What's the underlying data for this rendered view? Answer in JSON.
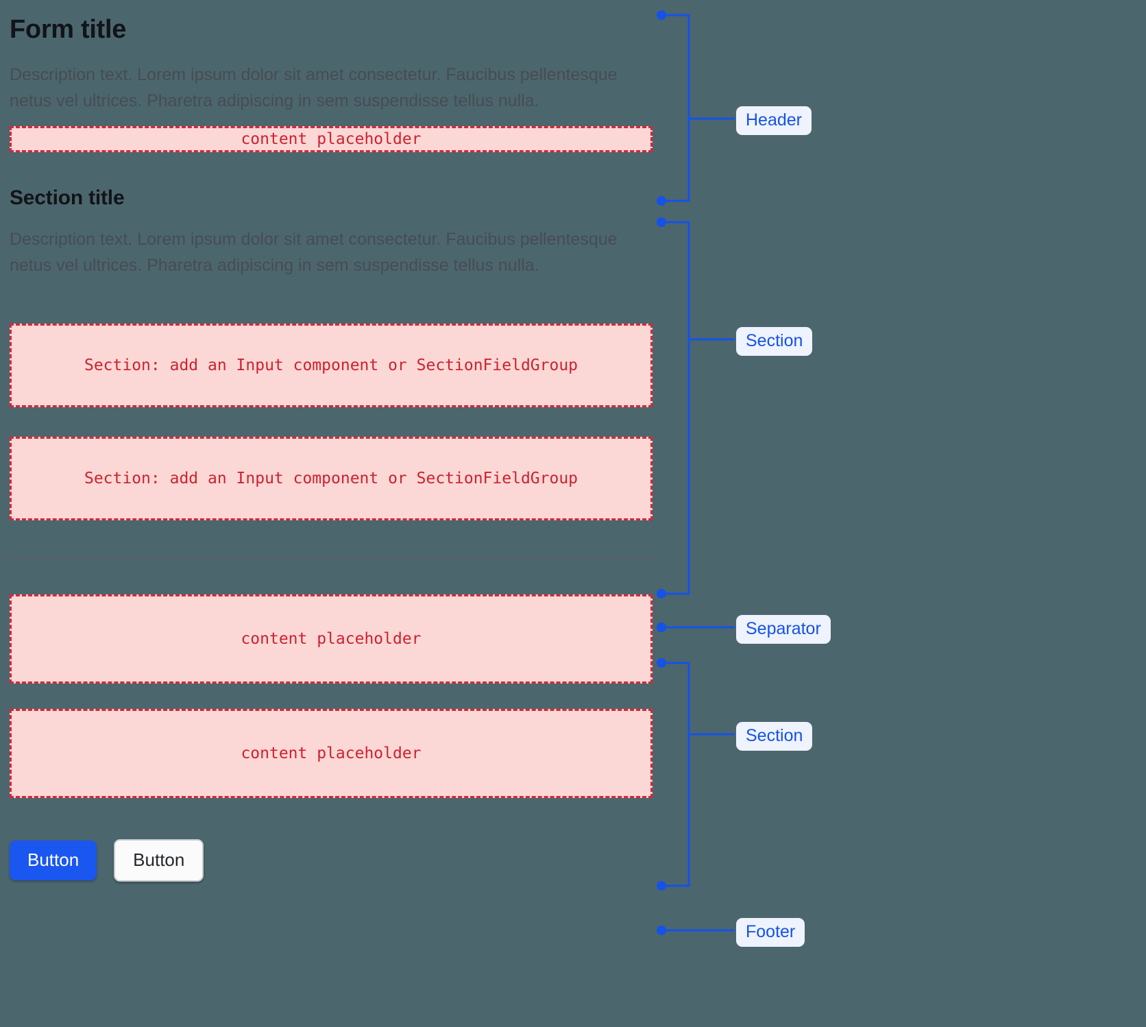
{
  "page": {
    "background_color": "#4c666e",
    "accent_blue": "#1552e8",
    "placeholder_fill": "#fbd8d5",
    "placeholder_border": "#d72638",
    "placeholder_text_color": "#cf2030"
  },
  "header": {
    "title": "Form title",
    "description": "Description text. Lorem ipsum dolor sit amet consectetur. Faucibus pellentesque netus vel ultrices. Pharetra adipiscing in sem suspendisse tellus nulla.",
    "placeholder": "content placeholder"
  },
  "section": {
    "title": "Section title",
    "description": "Description text. Lorem ipsum dolor sit amet consectetur. Faucibus pellentesque netus vel ultrices. Pharetra adipiscing in sem suspendisse tellus nulla.",
    "field_placeholder_1": "Section: add an Input component or SectionFieldGroup",
    "field_placeholder_2": "Section: add an Input component or SectionFieldGroup"
  },
  "section_two": {
    "placeholder_1": "content placeholder",
    "placeholder_2": "content placeholder"
  },
  "footer": {
    "primary_button": "Button",
    "secondary_button": "Button"
  },
  "annotations": {
    "header": "Header",
    "section_one": "Section",
    "separator": "Separator",
    "section_two": "Section",
    "footer": "Footer"
  }
}
